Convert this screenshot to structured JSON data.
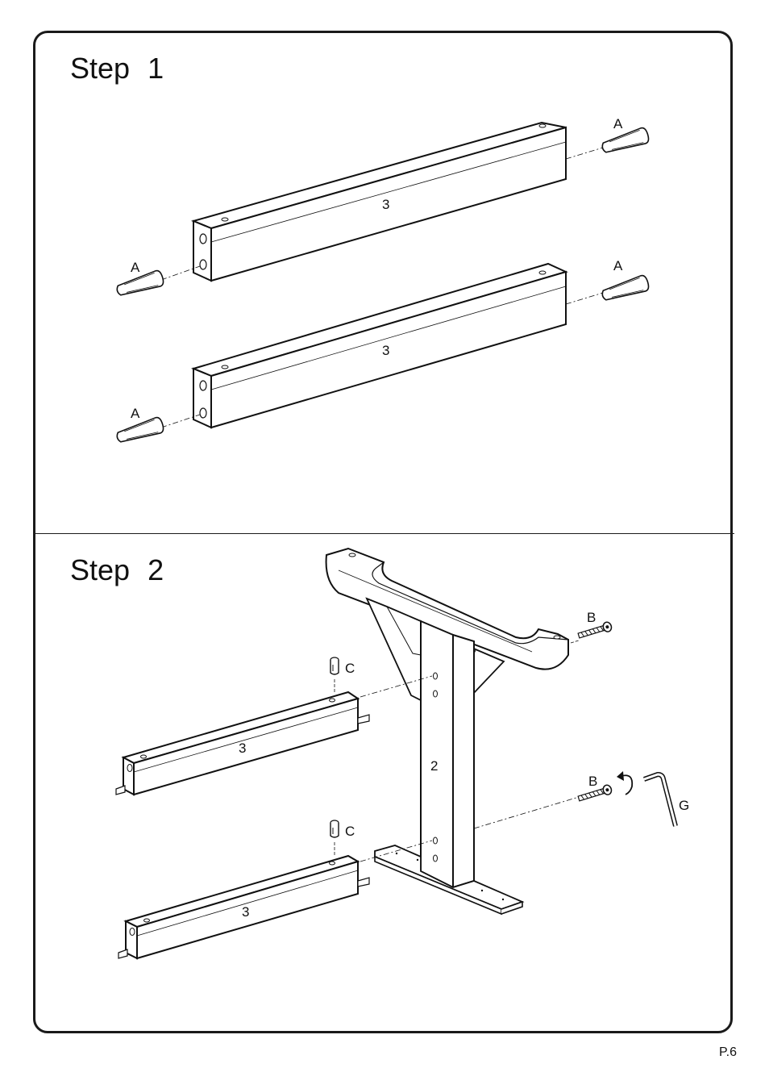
{
  "step1": {
    "word": "Step",
    "number": "1",
    "parts": {
      "rail_label": "3",
      "dowel_label": "A"
    }
  },
  "step2": {
    "word": "Step",
    "number": "2",
    "parts": {
      "rail_label": "3",
      "leg_label": "2",
      "bolt_label": "B",
      "barrel_nut_label": "C",
      "allen_key_label": "G"
    }
  },
  "page_number": "P.6"
}
